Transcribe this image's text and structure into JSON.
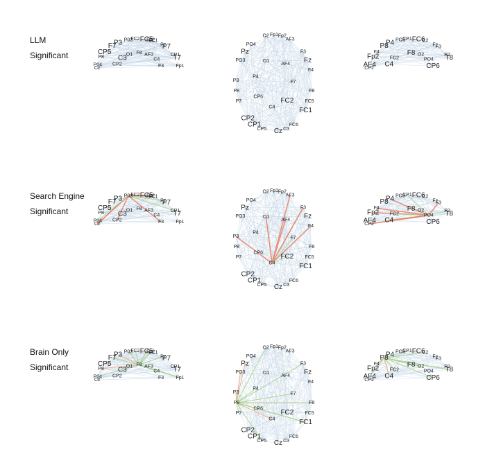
{
  "rows": [
    {
      "label_line1": "LLM",
      "label_line2": "Significant",
      "color_mode": "llm"
    },
    {
      "label_line1": "Search Engine",
      "label_line2": "Significant",
      "color_mode": "search"
    },
    {
      "label_line1": "Brain Only",
      "label_line2": "Significant",
      "color_mode": "brain"
    }
  ],
  "views": {
    "left": {
      "electrodes": [
        {
          "name": "Cz",
          "big": false
        },
        {
          "name": "FC1",
          "big": false
        },
        {
          "name": "C3",
          "big": true
        },
        {
          "name": "CP1",
          "big": false
        },
        {
          "name": "FC2",
          "big": false
        },
        {
          "name": "CP2",
          "big": false
        },
        {
          "name": "Pz",
          "big": false
        },
        {
          "name": "P3",
          "big": true
        },
        {
          "name": "F3",
          "big": false
        },
        {
          "name": "FC5",
          "big": true
        },
        {
          "name": "CP5",
          "big": true
        },
        {
          "name": "C4",
          "big": false
        },
        {
          "name": "P03",
          "big": false
        },
        {
          "name": "P04",
          "big": false
        },
        {
          "name": "AF3",
          "big": false
        },
        {
          "name": "F7",
          "big": true
        },
        {
          "name": "T7",
          "big": true
        },
        {
          "name": "F8",
          "big": false
        },
        {
          "name": "P8",
          "big": false
        },
        {
          "name": "P7",
          "big": true
        },
        {
          "name": "O1",
          "big": false
        },
        {
          "name": "Fp1",
          "big": false
        },
        {
          "name": "Fp2",
          "big": false
        }
      ]
    },
    "middle": {
      "electrodes": [
        {
          "name": "Fp1",
          "big": false
        },
        {
          "name": "Fp2",
          "big": false
        },
        {
          "name": "AF3",
          "big": false
        },
        {
          "name": "AF4",
          "big": false
        },
        {
          "name": "F3",
          "big": false
        },
        {
          "name": "Fz",
          "big": true
        },
        {
          "name": "F4",
          "big": false
        },
        {
          "name": "F7",
          "big": false
        },
        {
          "name": "F8",
          "big": false
        },
        {
          "name": "FC5",
          "big": false
        },
        {
          "name": "FC1",
          "big": true
        },
        {
          "name": "FC2",
          "big": true
        },
        {
          "name": "FC6",
          "big": false
        },
        {
          "name": "C3",
          "big": false
        },
        {
          "name": "Cz",
          "big": true
        },
        {
          "name": "C4",
          "big": false
        },
        {
          "name": "CP5",
          "big": false
        },
        {
          "name": "CP1",
          "big": true
        },
        {
          "name": "CP2",
          "big": true
        },
        {
          "name": "CP6",
          "big": false
        },
        {
          "name": "P7",
          "big": false
        },
        {
          "name": "P8",
          "big": false
        },
        {
          "name": "P3",
          "big": false
        },
        {
          "name": "P4",
          "big": false
        },
        {
          "name": "PO3",
          "big": false
        },
        {
          "name": "Pz",
          "big": true
        },
        {
          "name": "PO4",
          "big": false
        },
        {
          "name": "O1",
          "big": false
        },
        {
          "name": "O2",
          "big": false
        }
      ]
    },
    "right": {
      "electrodes": [
        {
          "name": "CP2",
          "big": false
        },
        {
          "name": "C2",
          "big": false
        },
        {
          "name": "FC2",
          "big": false
        },
        {
          "name": "P2",
          "big": false
        },
        {
          "name": "CP1",
          "big": false
        },
        {
          "name": "C4",
          "big": true
        },
        {
          "name": "Fz",
          "big": false
        },
        {
          "name": "P4",
          "big": true
        },
        {
          "name": "CP6",
          "big": true
        },
        {
          "name": "FC6",
          "big": true
        },
        {
          "name": "F4",
          "big": false
        },
        {
          "name": "PO4",
          "big": false
        },
        {
          "name": "PO3",
          "big": false
        },
        {
          "name": "AF4",
          "big": true
        },
        {
          "name": "O2",
          "big": false
        },
        {
          "name": "P8",
          "big": true
        },
        {
          "name": "T8",
          "big": true
        },
        {
          "name": "F8",
          "big": true
        },
        {
          "name": "Fp2",
          "big": true
        },
        {
          "name": "F3",
          "big": false
        }
      ]
    }
  },
  "edge_colors": {
    "base": "#c4d6e6",
    "green": "#a8d38e",
    "orange": "#efab86",
    "red": "#e8806a"
  }
}
